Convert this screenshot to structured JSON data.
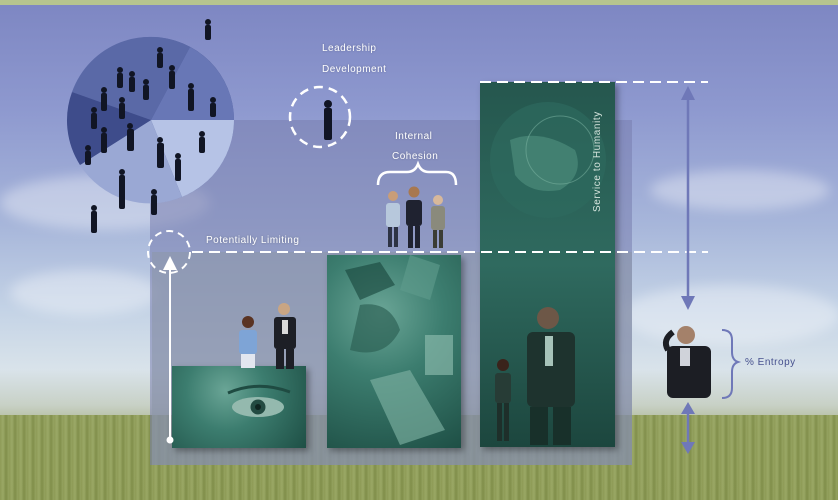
{
  "labels": {
    "leadership_line1": "Leadership",
    "leadership_line2": "Development",
    "internal_line1": "Internal",
    "internal_line2": "Cohesion",
    "potentially_limiting": "Potentially Limiting",
    "service_to_humanity": "Service to Humanity",
    "percent_entropy": "% Entropy"
  },
  "colors": {
    "sky_top": "#7d86c2",
    "panel": "#787eaf",
    "teal_photo": "#2f6f63",
    "arrow_blue": "#6f78b8",
    "dashed_white": "#ffffff"
  },
  "icons": {
    "pie": "pie-chart-of-people",
    "circle": "dashed-circle-marker",
    "brace": "curly-brace",
    "arrow": "double-headed-arrow"
  }
}
